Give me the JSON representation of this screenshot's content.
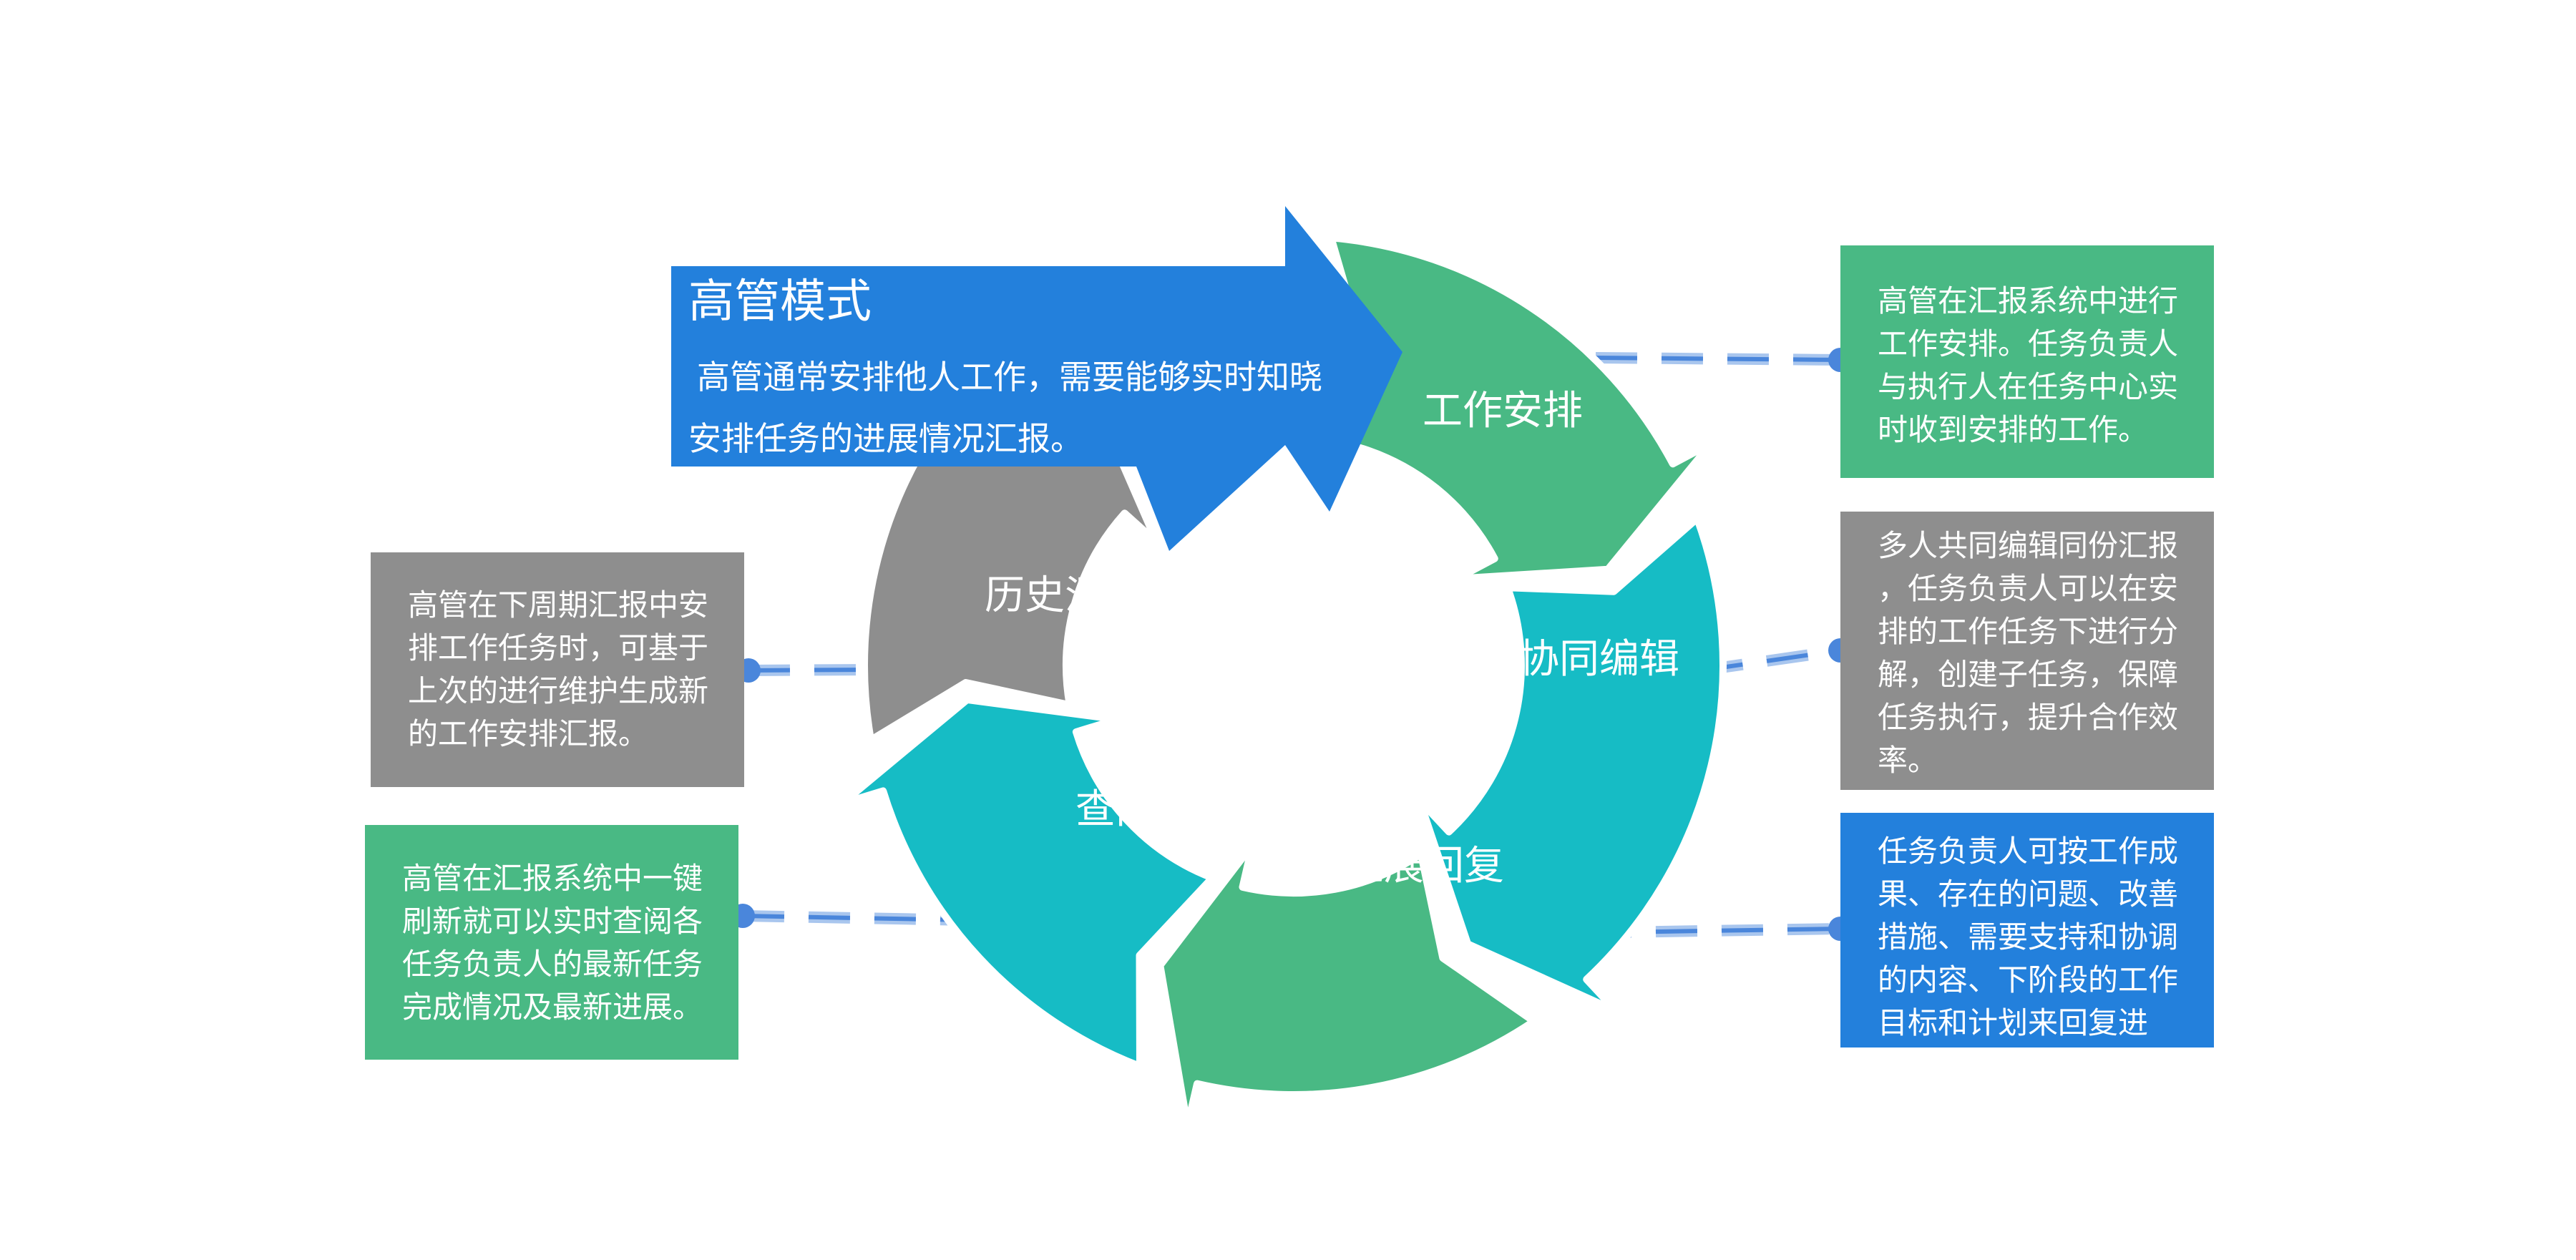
{
  "colors": {
    "green": "#49B984",
    "cyan": "#16BCC5",
    "gray": "#8E8E8E",
    "blue": "#2380DC",
    "connector": "#4A86DB"
  },
  "header": {
    "title": "高管模式",
    "body_lines": [
      "高管通常安排他人工作，需要能够实时知晓",
      "安排任务的进展情况汇报。"
    ]
  },
  "cycle": {
    "steps": [
      {
        "label": "工作安排",
        "color": "#49B984"
      },
      {
        "label": "协同编辑",
        "color": "#16BCC5"
      },
      {
        "label": "进展回复",
        "color": "#49B984"
      },
      {
        "label": "查阅进展",
        "color": "#16BCC5"
      },
      {
        "label": "历史汇报",
        "color": "#8E8E8E"
      }
    ]
  },
  "descriptions": {
    "r1": {
      "color": "#49B984",
      "lines": [
        "高管在汇报系统中进行",
        "工作安排。任务负责人",
        "与执行人在任务中心实",
        "时收到安排的工作。"
      ]
    },
    "r2": {
      "color": "#8E8E8E",
      "lines": [
        "多人共同编辑同份汇报",
        "，任务负责人可以在安",
        "排的工作任务下进行分",
        "解，创建子任务，保障",
        "任务执行，提升合作效",
        "率。"
      ]
    },
    "r3": {
      "color": "#2380DC",
      "lines": [
        "任务负责人可按工作成",
        "果、存在的问题、改善",
        "措施、需要支持和协调",
        "的内容、下阶段的工作",
        "目标和计划来回复进展。"
      ]
    },
    "l1": {
      "color": "#8E8E8E",
      "lines": [
        "高管在下周期汇报中安",
        "排工作任务时，可基于",
        "上次的进行维护生成新",
        "的工作安排汇报。"
      ]
    },
    "l2": {
      "color": "#49B984",
      "lines": [
        "高管在汇报系统中一键",
        "刷新就可以实时查阅各",
        "任务负责人的最新任务",
        "完成情况及最新进展。"
      ]
    }
  }
}
